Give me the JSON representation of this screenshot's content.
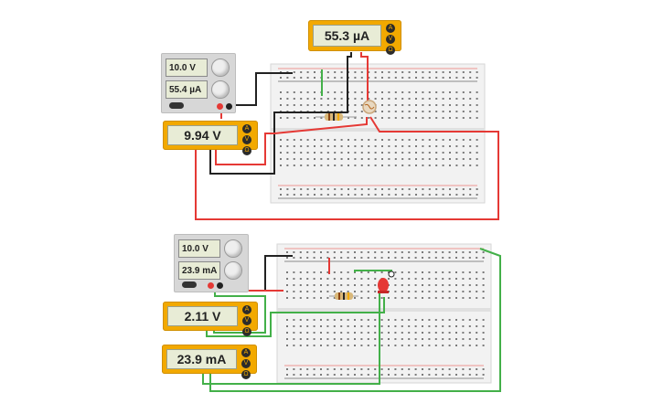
{
  "circuit1": {
    "ammeter_top": {
      "reading": "55.3 µA"
    },
    "power_supply": {
      "voltage": "10.0 V",
      "current": "55.4 µA"
    },
    "voltmeter": {
      "reading": "9.94 V"
    }
  },
  "circuit2": {
    "power_supply": {
      "voltage": "10.0 V",
      "current": "23.9 mA"
    },
    "voltmeter": {
      "reading": "2.11 V"
    },
    "ammeter": {
      "reading": "23.9 mA"
    }
  },
  "meter_knob_labels": [
    "A",
    "V",
    "Ω"
  ],
  "colors": {
    "meter_body": "#f2a900",
    "lcd": "#e8ecd6",
    "wire_red": "#e53935",
    "wire_black": "#222222",
    "wire_green": "#43b049",
    "breadboard": "#f4f4f4"
  }
}
